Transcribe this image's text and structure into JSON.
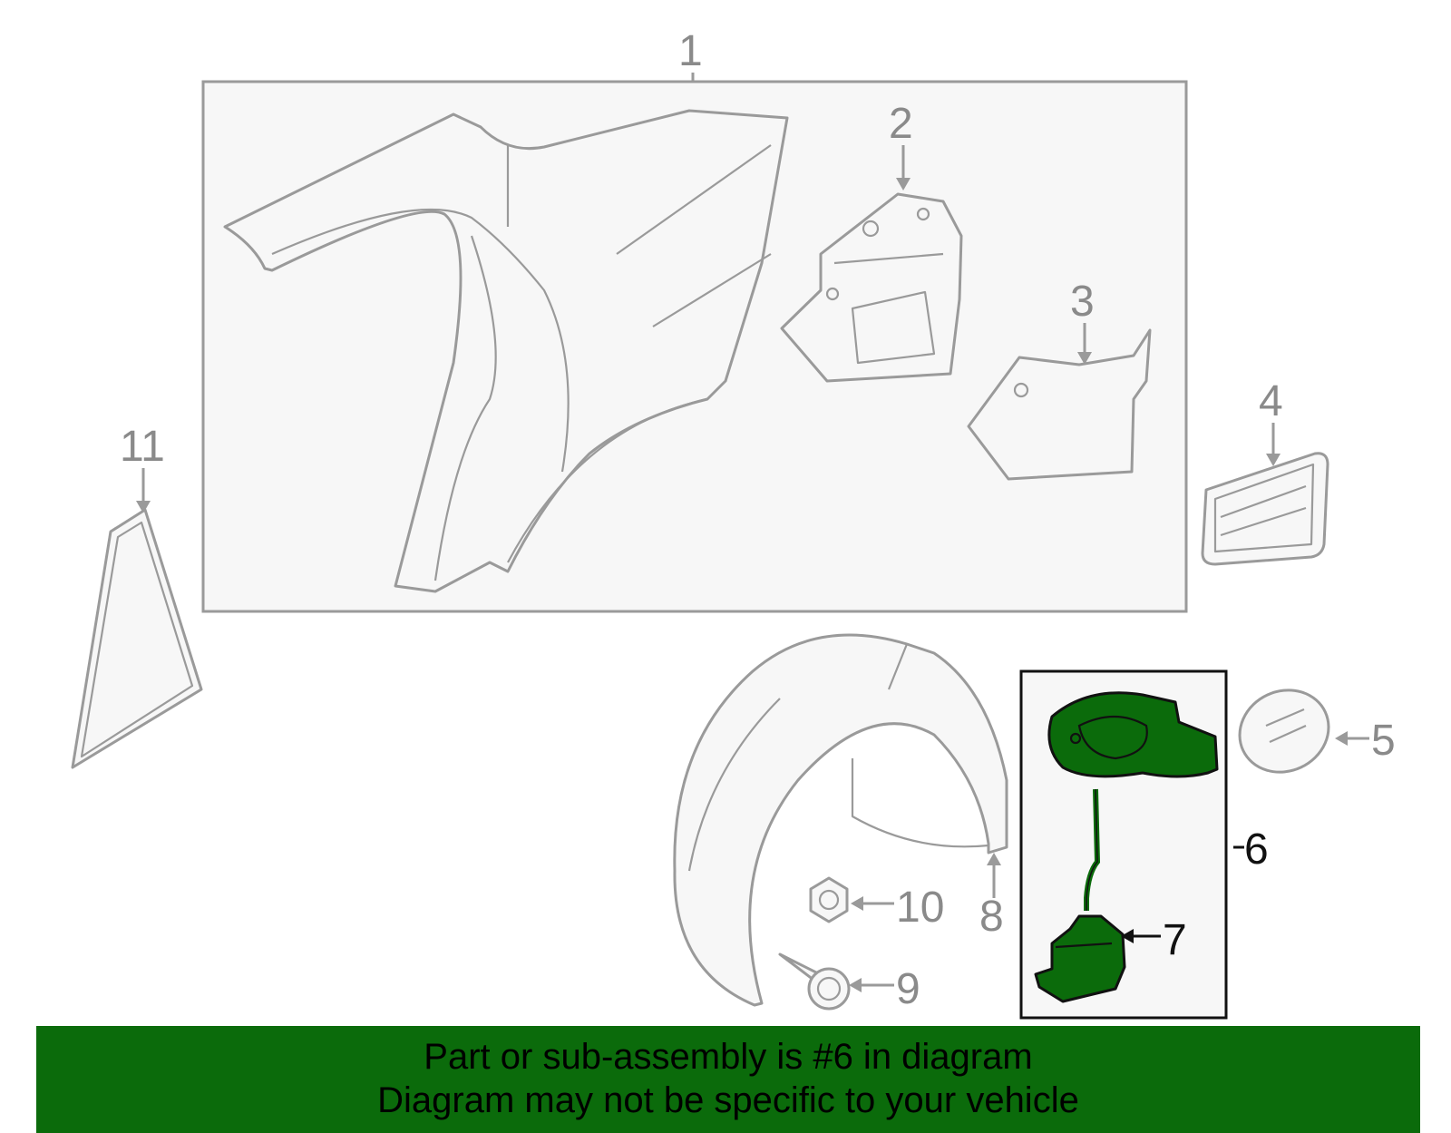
{
  "callouts": {
    "c1": "1",
    "c2": "2",
    "c3": "3",
    "c4": "4",
    "c5": "5",
    "c6": "6",
    "c7": "7",
    "c8": "8",
    "c9": "9",
    "c10": "10",
    "c11": "11"
  },
  "colors": {
    "highlight": "#0b6b0b",
    "line": "#9a9a9a",
    "banner": "#0b6b0b"
  },
  "banner": {
    "line1": "Part or sub-assembly is #6 in diagram",
    "line2": "Diagram may not be specific to your vehicle"
  }
}
